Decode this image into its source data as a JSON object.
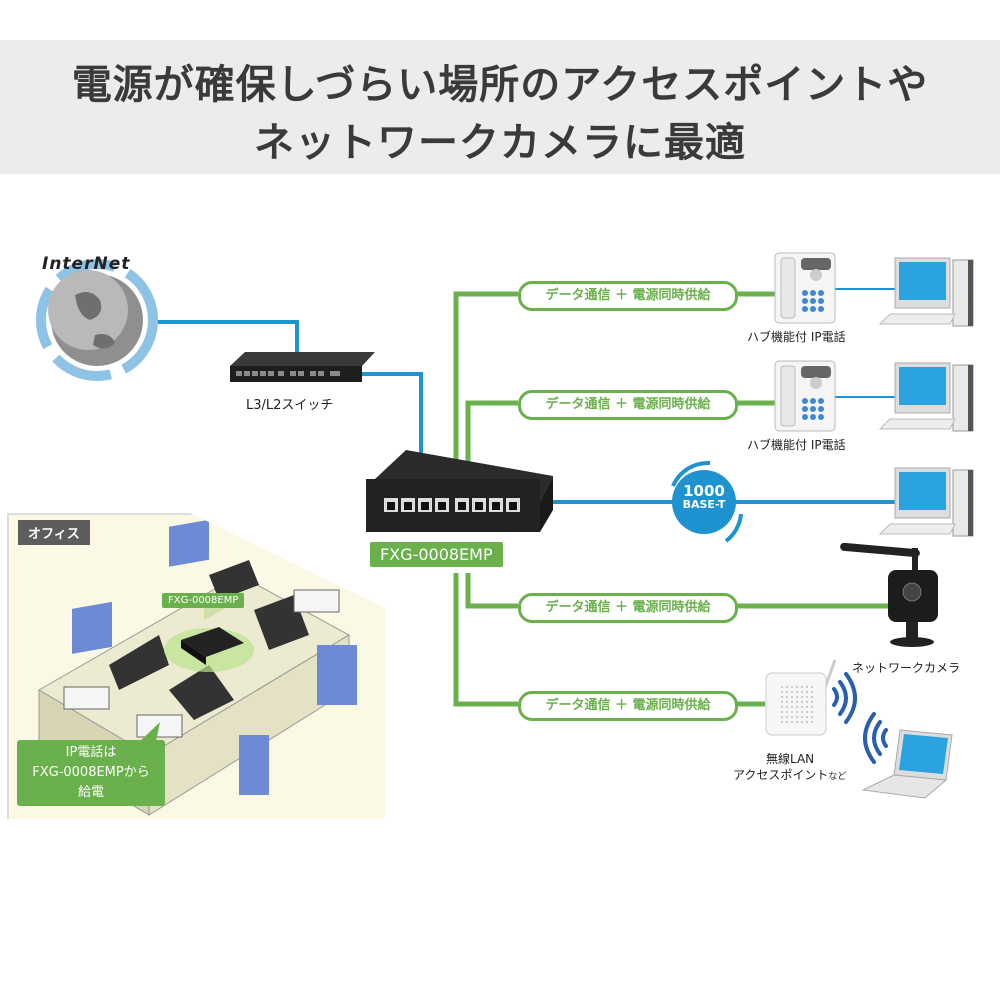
{
  "title": {
    "line1": "電源が確保しづらい場所のアクセスポイントや",
    "line2": "ネットワークカメラに最適"
  },
  "colors": {
    "poe_green": "#6ab04c",
    "data_blue": "#1f93cf",
    "title_bg": "#ececec",
    "title_text": "#3a3a3a",
    "office_bg": "#fbf9e6"
  },
  "internet": {
    "label": "InterNet",
    "icon": "globe-icon"
  },
  "core_switch": {
    "label": "L3/L2スイッチ",
    "icon": "rack-switch-icon"
  },
  "poe_switch": {
    "label": "FXG-0008EMP",
    "icon": "poe-switch-icon"
  },
  "links": [
    {
      "label": "データ通信 ＋ 電源同時供給",
      "type": "poe",
      "target": "ip_phone_1"
    },
    {
      "label": "データ通信 ＋ 電源同時供給",
      "type": "poe",
      "target": "ip_phone_2"
    },
    {
      "label": "データ通信 ＋ 電源同時供給",
      "type": "poe",
      "target": "network_camera"
    },
    {
      "label": "データ通信 ＋ 電源同時供給",
      "type": "poe",
      "target": "wireless_ap"
    }
  ],
  "gigabit_badge": {
    "line1": "1000",
    "line2": "BASE-T"
  },
  "devices": {
    "ip_phone_1": {
      "label": "ハブ機能付 IP電話",
      "icon": "ip-phone-icon"
    },
    "ip_phone_2": {
      "label": "ハブ機能付 IP電話",
      "icon": "ip-phone-icon"
    },
    "pc_1": {
      "icon": "desktop-pc-icon"
    },
    "pc_2": {
      "icon": "desktop-pc-icon"
    },
    "pc_3": {
      "icon": "desktop-pc-icon"
    },
    "network_camera": {
      "label": "ネットワークカメラ",
      "icon": "network-camera-icon"
    },
    "wireless_ap": {
      "label_line1": "無線LAN",
      "label_line2": "アクセスポイント",
      "label_suffix": "など",
      "icon": "wireless-ap-icon"
    },
    "laptop": {
      "icon": "laptop-icon"
    }
  },
  "office": {
    "tag": "オフィス",
    "product_tag": "FXG-0008EMP",
    "callout": {
      "line1": "IP電話は",
      "line2": "FXG-0008EMPから",
      "line3": "給電"
    }
  }
}
